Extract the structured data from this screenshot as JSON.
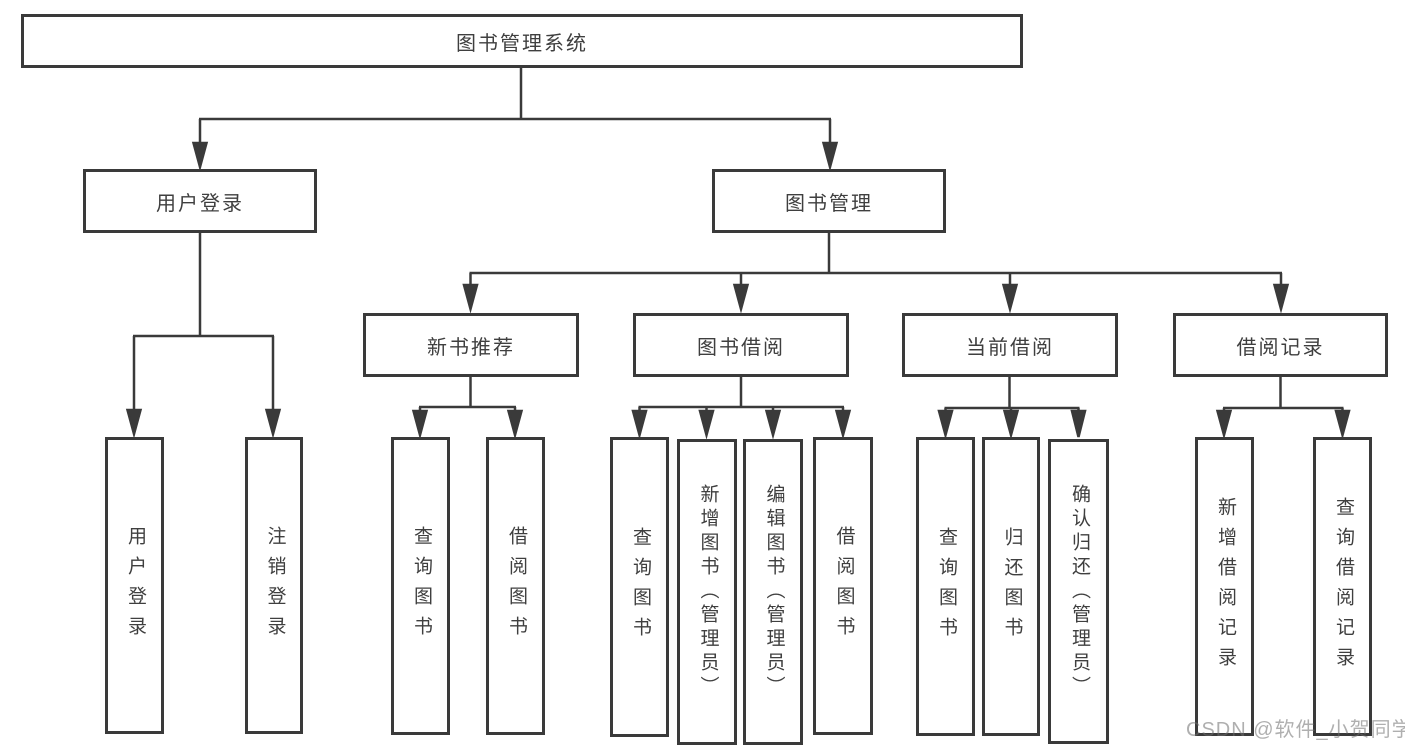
{
  "diagram": {
    "root": {
      "label": "图书管理系统"
    },
    "level2": [
      {
        "label": "用户登录"
      },
      {
        "label": "图书管理"
      }
    ],
    "level3": [
      {
        "label": "新书推荐",
        "parent": "图书管理"
      },
      {
        "label": "图书借阅",
        "parent": "图书管理"
      },
      {
        "label": "当前借阅",
        "parent": "图书管理"
      },
      {
        "label": "借阅记录",
        "parent": "图书管理"
      }
    ],
    "leaves": [
      {
        "label": "用户登录",
        "parent": "用户登录"
      },
      {
        "label": "注销登录",
        "parent": "用户登录"
      },
      {
        "label": "查询图书",
        "parent": "新书推荐"
      },
      {
        "label": "借阅图书",
        "parent": "新书推荐"
      },
      {
        "label": "查询图书",
        "parent": "图书借阅"
      },
      {
        "label": "新增图书（管理员）",
        "parent": "图书借阅"
      },
      {
        "label": "编辑图书（管理员）",
        "parent": "图书借阅"
      },
      {
        "label": "借阅图书",
        "parent": "图书借阅"
      },
      {
        "label": "查询图书",
        "parent": "当前借阅"
      },
      {
        "label": "归还图书",
        "parent": "当前借阅"
      },
      {
        "label": "确认归还（管理员）",
        "parent": "当前借阅"
      },
      {
        "label": "新增借阅记录",
        "parent": "借阅记录"
      },
      {
        "label": "查询借阅记录",
        "parent": "借阅记录"
      }
    ],
    "watermark": "CSDN @软件_小贺同学",
    "colors": {
      "line": "#3a3a3a",
      "text": "#3f3f3f",
      "box_background": "#ffffff",
      "watermark": "#9e9e9e",
      "background": "#ffffff"
    }
  }
}
